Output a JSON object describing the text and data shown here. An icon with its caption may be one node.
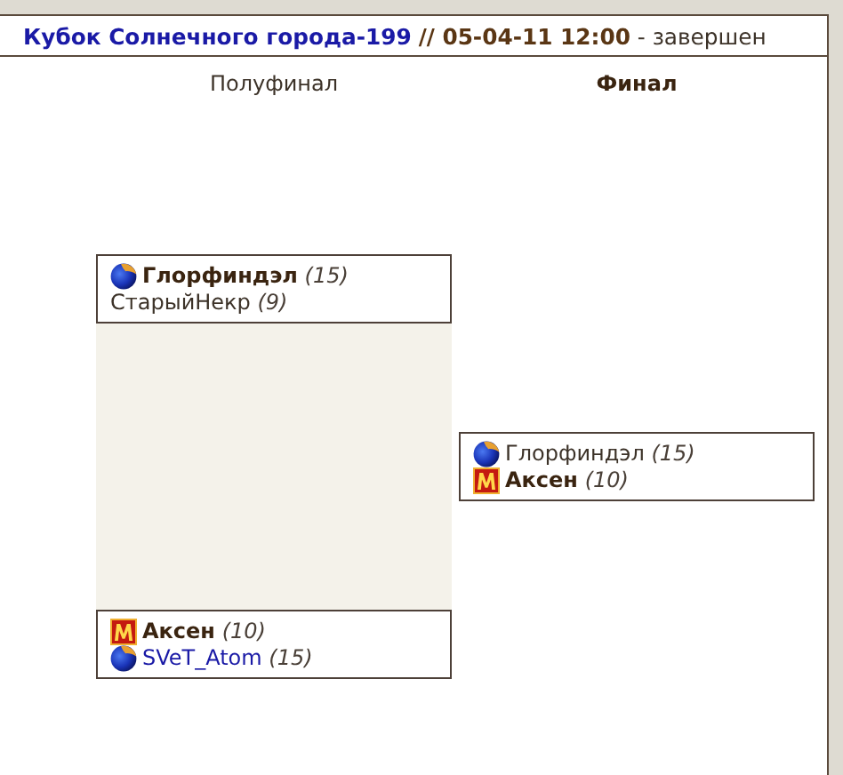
{
  "diagram": {
    "title": "**Кубок Солнечного города-199** **// 05-04-11 12:00** - завершен",
    "nodes": [
      {
        "text": [
          "**Глорфиндэл** *(15)*",
          "СтарыйНекр *(9)*"
        ]
      },
      {
        "text": [],
        "shape": "box"
      },
      {
        "text": [
          "**Аксен** *(10)*",
          "SVeT_Atom *(15)*"
        ]
      },
      {
        "text": [
          "Глорфиндэл *(15)*",
          "**Аксен** *(10)*"
        ]
      }
    ],
    "labels": [
      "Полуфинал",
      "Финал"
    ]
  }
}
